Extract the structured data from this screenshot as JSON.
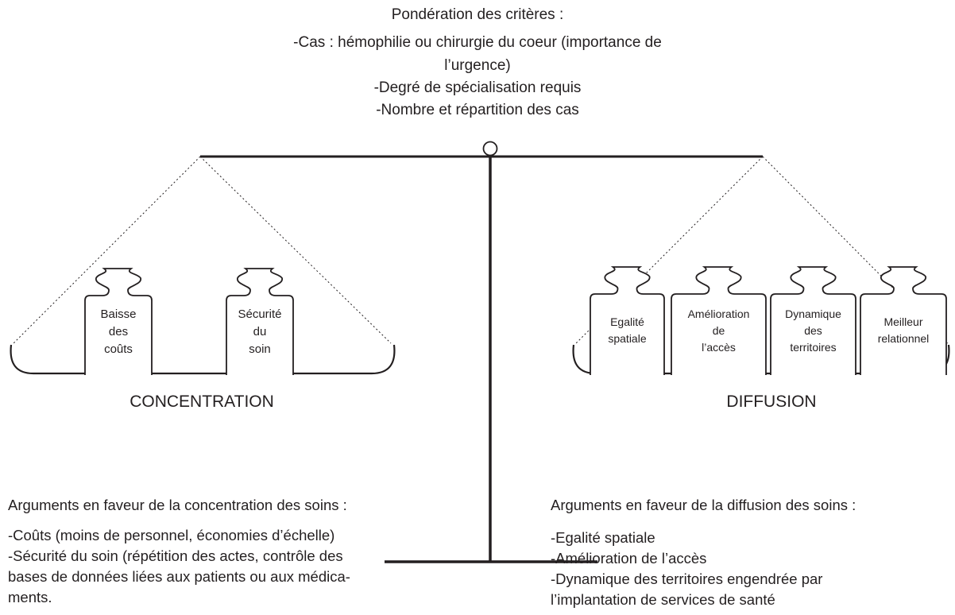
{
  "header": {
    "title": "Pondération des critères :",
    "lines": [
      "-Cas : hémophilie ou chirurgie du coeur (importance de",
      "l’urgence)",
      "-Degré de spécialisation requis",
      "-Nombre et répartition des cas"
    ]
  },
  "left_pan": {
    "label": "CONCENTRATION",
    "weights": [
      [
        "Baisse",
        "des",
        "coûts"
      ],
      [
        "Sécurité",
        "du",
        "soin"
      ]
    ]
  },
  "right_pan": {
    "label": "DIFFUSION",
    "weights": [
      [
        "Egalité",
        "spatiale"
      ],
      [
        "Amélioration",
        "de",
        "l’accès"
      ],
      [
        "Dynamique",
        "des",
        "territoires"
      ],
      [
        "Meilleur",
        "relationnel"
      ]
    ]
  },
  "left_args": {
    "heading": "Arguments en faveur de la concentration des soins :",
    "lines": [
      "-Coûts (moins de personnel, économies d’échelle)",
      "-Sécurité du soin (répétition des actes, contrôle des",
      "bases de données liées aux patients ou aux médica-",
      "ments."
    ]
  },
  "right_args": {
    "heading": "Arguments en faveur de la diffusion des soins :",
    "lines": [
      "-Egalité spatiale",
      "-Amélioration de l’accès",
      "-Dynamique des territoires engendrée par",
      "l’implantation de services de santé"
    ]
  }
}
